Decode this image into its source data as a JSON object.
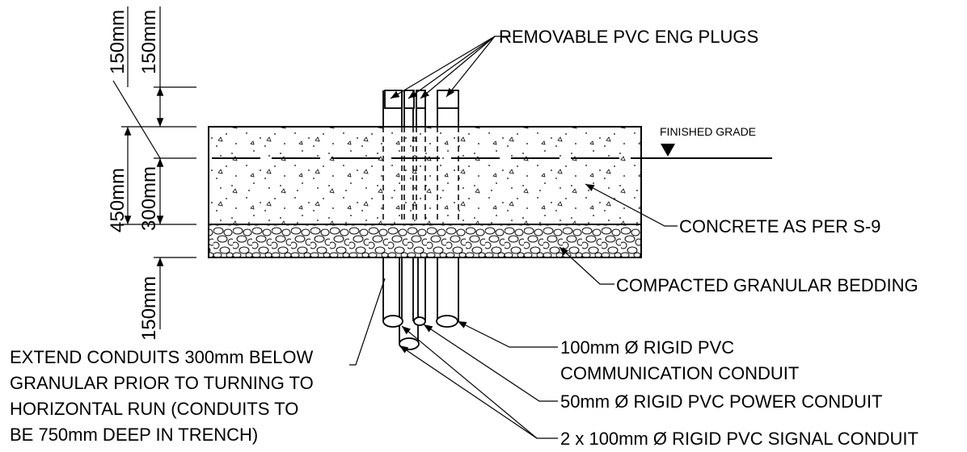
{
  "labels": {
    "end_plugs": "REMOVABLE PVC ENG PLUGS",
    "finished_grade": "FINISHED GRADE",
    "concrete": "CONCRETE AS PER S-9",
    "bedding": "COMPACTED GRANULAR BEDDING",
    "comm_line1": "100mm Ø RIGID PVC",
    "comm_line2": "COMMUNICATION CONDUIT",
    "power": "50mm Ø RIGID PVC POWER CONDUIT",
    "signal": "2 x 100mm Ø RIGID PVC SIGNAL CONDUIT",
    "extend_line1": "EXTEND CONDUITS 300mm BELOW",
    "extend_line2": "GRANULAR PRIOR TO TURNING TO",
    "extend_line3": "HORIZONTAL RUN (CONDUITS TO",
    "extend_line4": "BE 750mm DEEP IN TRENCH)"
  },
  "dimensions": {
    "outer_top": "150mm",
    "inner_top": "150mm",
    "outer_mid": "450mm",
    "inner_mid": "300mm",
    "bottom": "150mm"
  }
}
